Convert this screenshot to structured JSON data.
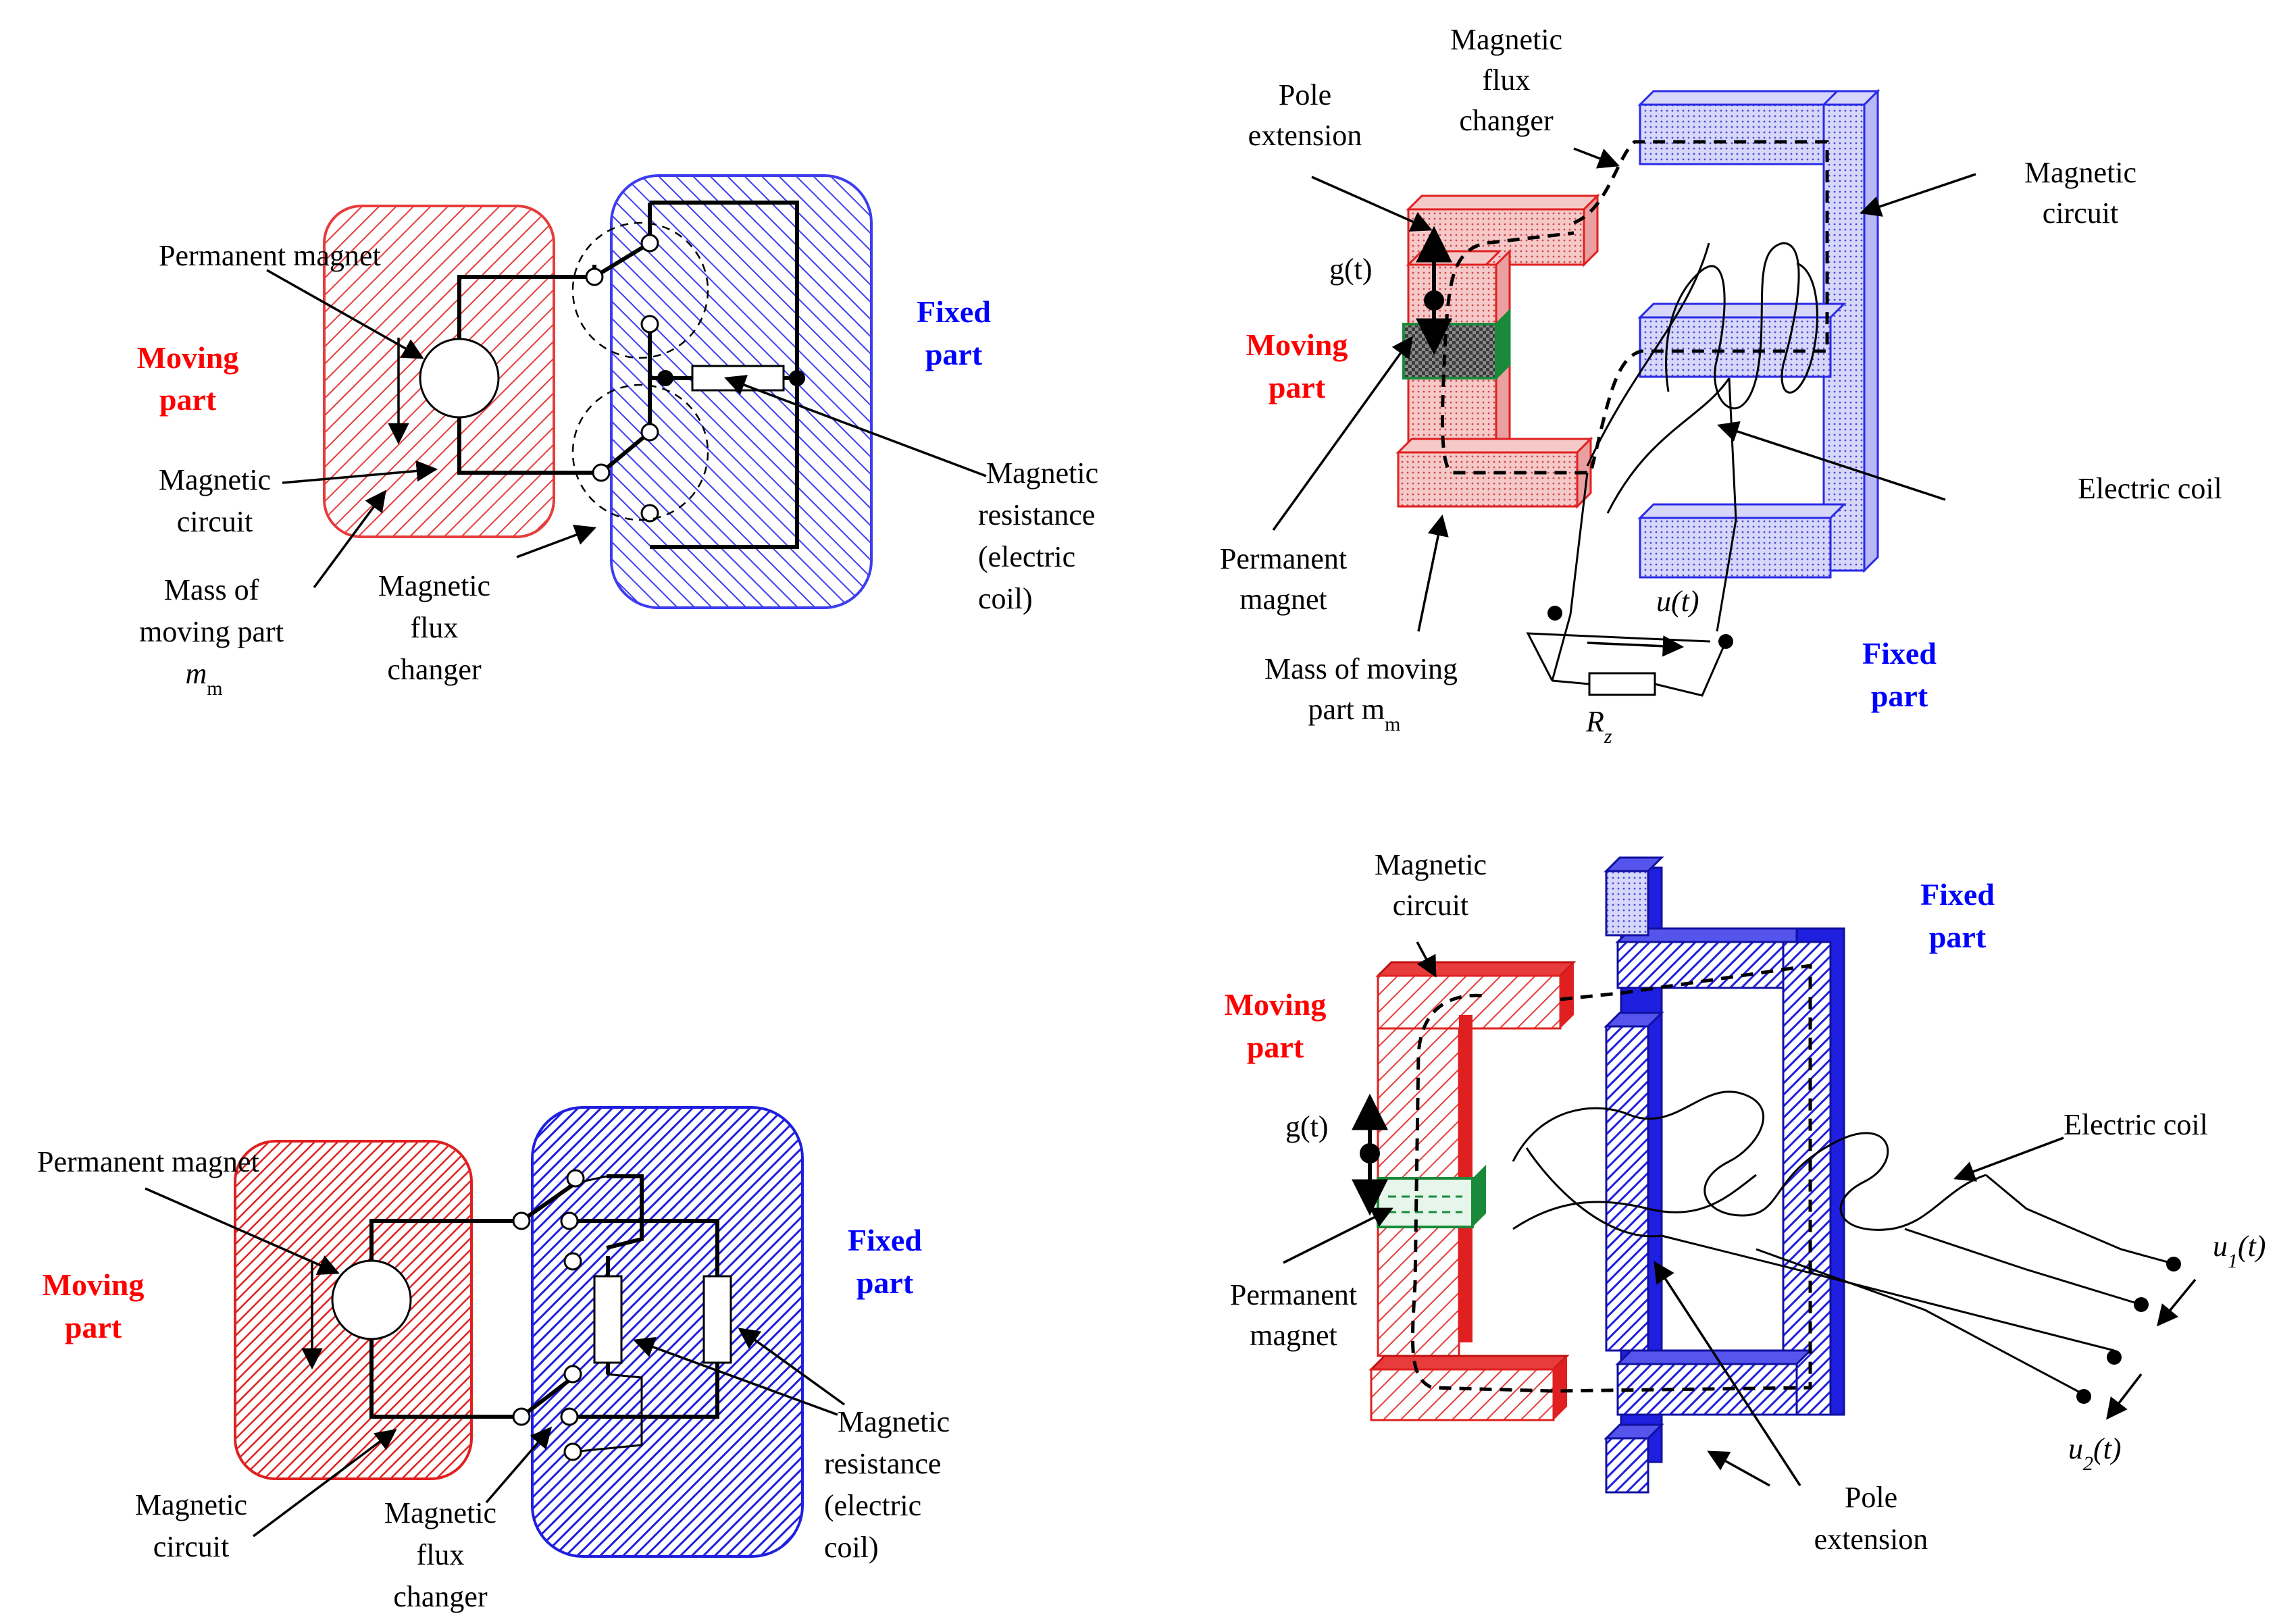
{
  "colors": {
    "moving": "#ff0000",
    "fixed": "#0000ff",
    "moving_fill": "#f3b5b5",
    "fixed_fill": "#8d8de8",
    "magnet_green": "#1a8a3a"
  },
  "panel_tl": {
    "permanent_magnet": "Permanent magnet",
    "moving_part_1": "Moving",
    "moving_part_2": "part",
    "fixed_part_1": "Fixed",
    "fixed_part_2": "part",
    "magnetic_circuit_1": "Magnetic",
    "magnetic_circuit_2": "circuit",
    "mass_1": "Mass of",
    "mass_2": "moving part",
    "mass_3": "m",
    "mass_3_sub": "m",
    "flux_1": "Magnetic",
    "flux_2": "flux",
    "flux_3": "changer",
    "resistance_1": "Magnetic",
    "resistance_2": "resistance",
    "resistance_3": "(electric",
    "resistance_4": "coil)"
  },
  "panel_tr": {
    "flux_1": "Magnetic",
    "flux_2": "flux",
    "flux_3": "changer",
    "pole_1": "Pole",
    "pole_2": "extension",
    "circuit_1": "Magnetic",
    "circuit_2": "circuit",
    "g": "g(t)",
    "moving_1": "Moving",
    "moving_2": "part",
    "coil": "Electric coil",
    "magnet_1": "Permanent",
    "magnet_2": "magnet",
    "mass_1": "Mass of moving",
    "mass_2": "part m",
    "mass_2_sub": "m",
    "u": "u(t)",
    "rz": "R",
    "rz_sub": "z",
    "fixed_1": "Fixed",
    "fixed_2": "part"
  },
  "panel_bl": {
    "permanent_magnet": "Permanent magnet",
    "moving_1": "Moving",
    "moving_2": "part",
    "fixed_1": "Fixed",
    "fixed_2": "part",
    "circuit_1": "Magnetic",
    "circuit_2": "circuit",
    "flux_1": "Magnetic",
    "flux_2": "flux",
    "flux_3": "changer",
    "resistance_1": "Magnetic",
    "resistance_2": "resistance",
    "resistance_3": "(electric",
    "resistance_4": "coil)"
  },
  "panel_br": {
    "circuit_1": "Magnetic",
    "circuit_2": "circuit",
    "fixed_1": "Fixed",
    "fixed_2": "part",
    "moving_1": "Moving",
    "moving_2": "part",
    "g": "g(t)",
    "coil": "Electric coil",
    "magnet_1": "Permanent",
    "magnet_2": "magnet",
    "u1": "u",
    "u1_sub": "1",
    "u1_tail": "(t)",
    "u2": "u",
    "u2_sub": "2",
    "u2_tail": "(t)",
    "pole_1": "Pole",
    "pole_2": "extension"
  }
}
